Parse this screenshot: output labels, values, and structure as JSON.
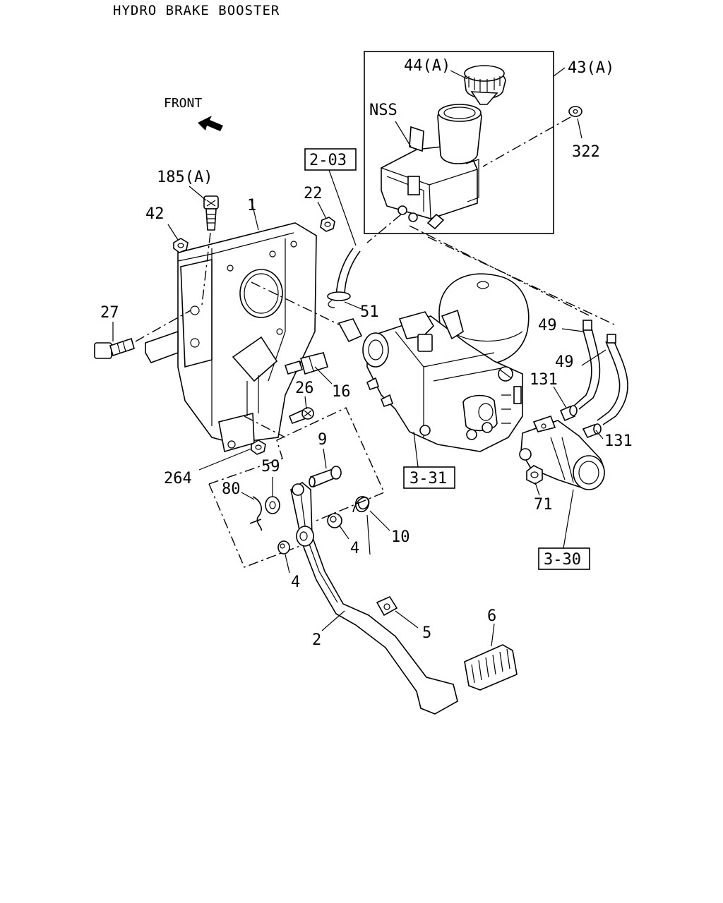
{
  "title": "HYDRO BRAKE BOOSTER",
  "front_label": "FRONT",
  "callouts": [
    {
      "id": "44a",
      "text": "44(A)"
    },
    {
      "id": "43a",
      "text": "43(A)"
    },
    {
      "id": "nss",
      "text": "NSS"
    },
    {
      "id": "322",
      "text": "322"
    },
    {
      "id": "ref-2-03",
      "text": "2-03"
    },
    {
      "id": "185a",
      "text": "185(A)"
    },
    {
      "id": "22",
      "text": "22"
    },
    {
      "id": "42",
      "text": "42"
    },
    {
      "id": "1",
      "text": "1"
    },
    {
      "id": "51",
      "text": "51"
    },
    {
      "id": "27",
      "text": "27"
    },
    {
      "id": "49a",
      "text": "49"
    },
    {
      "id": "49b",
      "text": "49"
    },
    {
      "id": "131a",
      "text": "131"
    },
    {
      "id": "131b",
      "text": "131"
    },
    {
      "id": "16",
      "text": "16"
    },
    {
      "id": "26",
      "text": "26"
    },
    {
      "id": "9",
      "text": "9"
    },
    {
      "id": "ref-3-31",
      "text": "3-31"
    },
    {
      "id": "59",
      "text": "59"
    },
    {
      "id": "264",
      "text": "264"
    },
    {
      "id": "80",
      "text": "80"
    },
    {
      "id": "10",
      "text": "10"
    },
    {
      "id": "4a",
      "text": "4"
    },
    {
      "id": "71",
      "text": "71"
    },
    {
      "id": "4b",
      "text": "4"
    },
    {
      "id": "ref-3-30",
      "text": "3-30"
    },
    {
      "id": "6",
      "text": "6"
    },
    {
      "id": "5",
      "text": "5"
    },
    {
      "id": "2",
      "text": "2"
    }
  ]
}
